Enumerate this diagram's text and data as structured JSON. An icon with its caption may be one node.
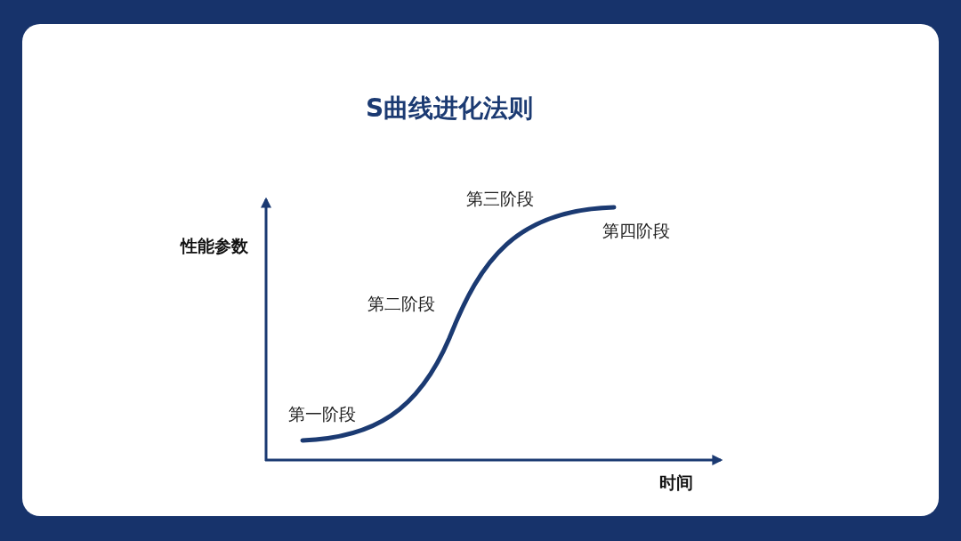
{
  "diagram": {
    "title": "S曲线进化法则",
    "labels": [
      "性能参数",
      "时间",
      "第一阶段",
      "第二阶段",
      "第三阶段",
      "第四阶段"
    ]
  }
}
